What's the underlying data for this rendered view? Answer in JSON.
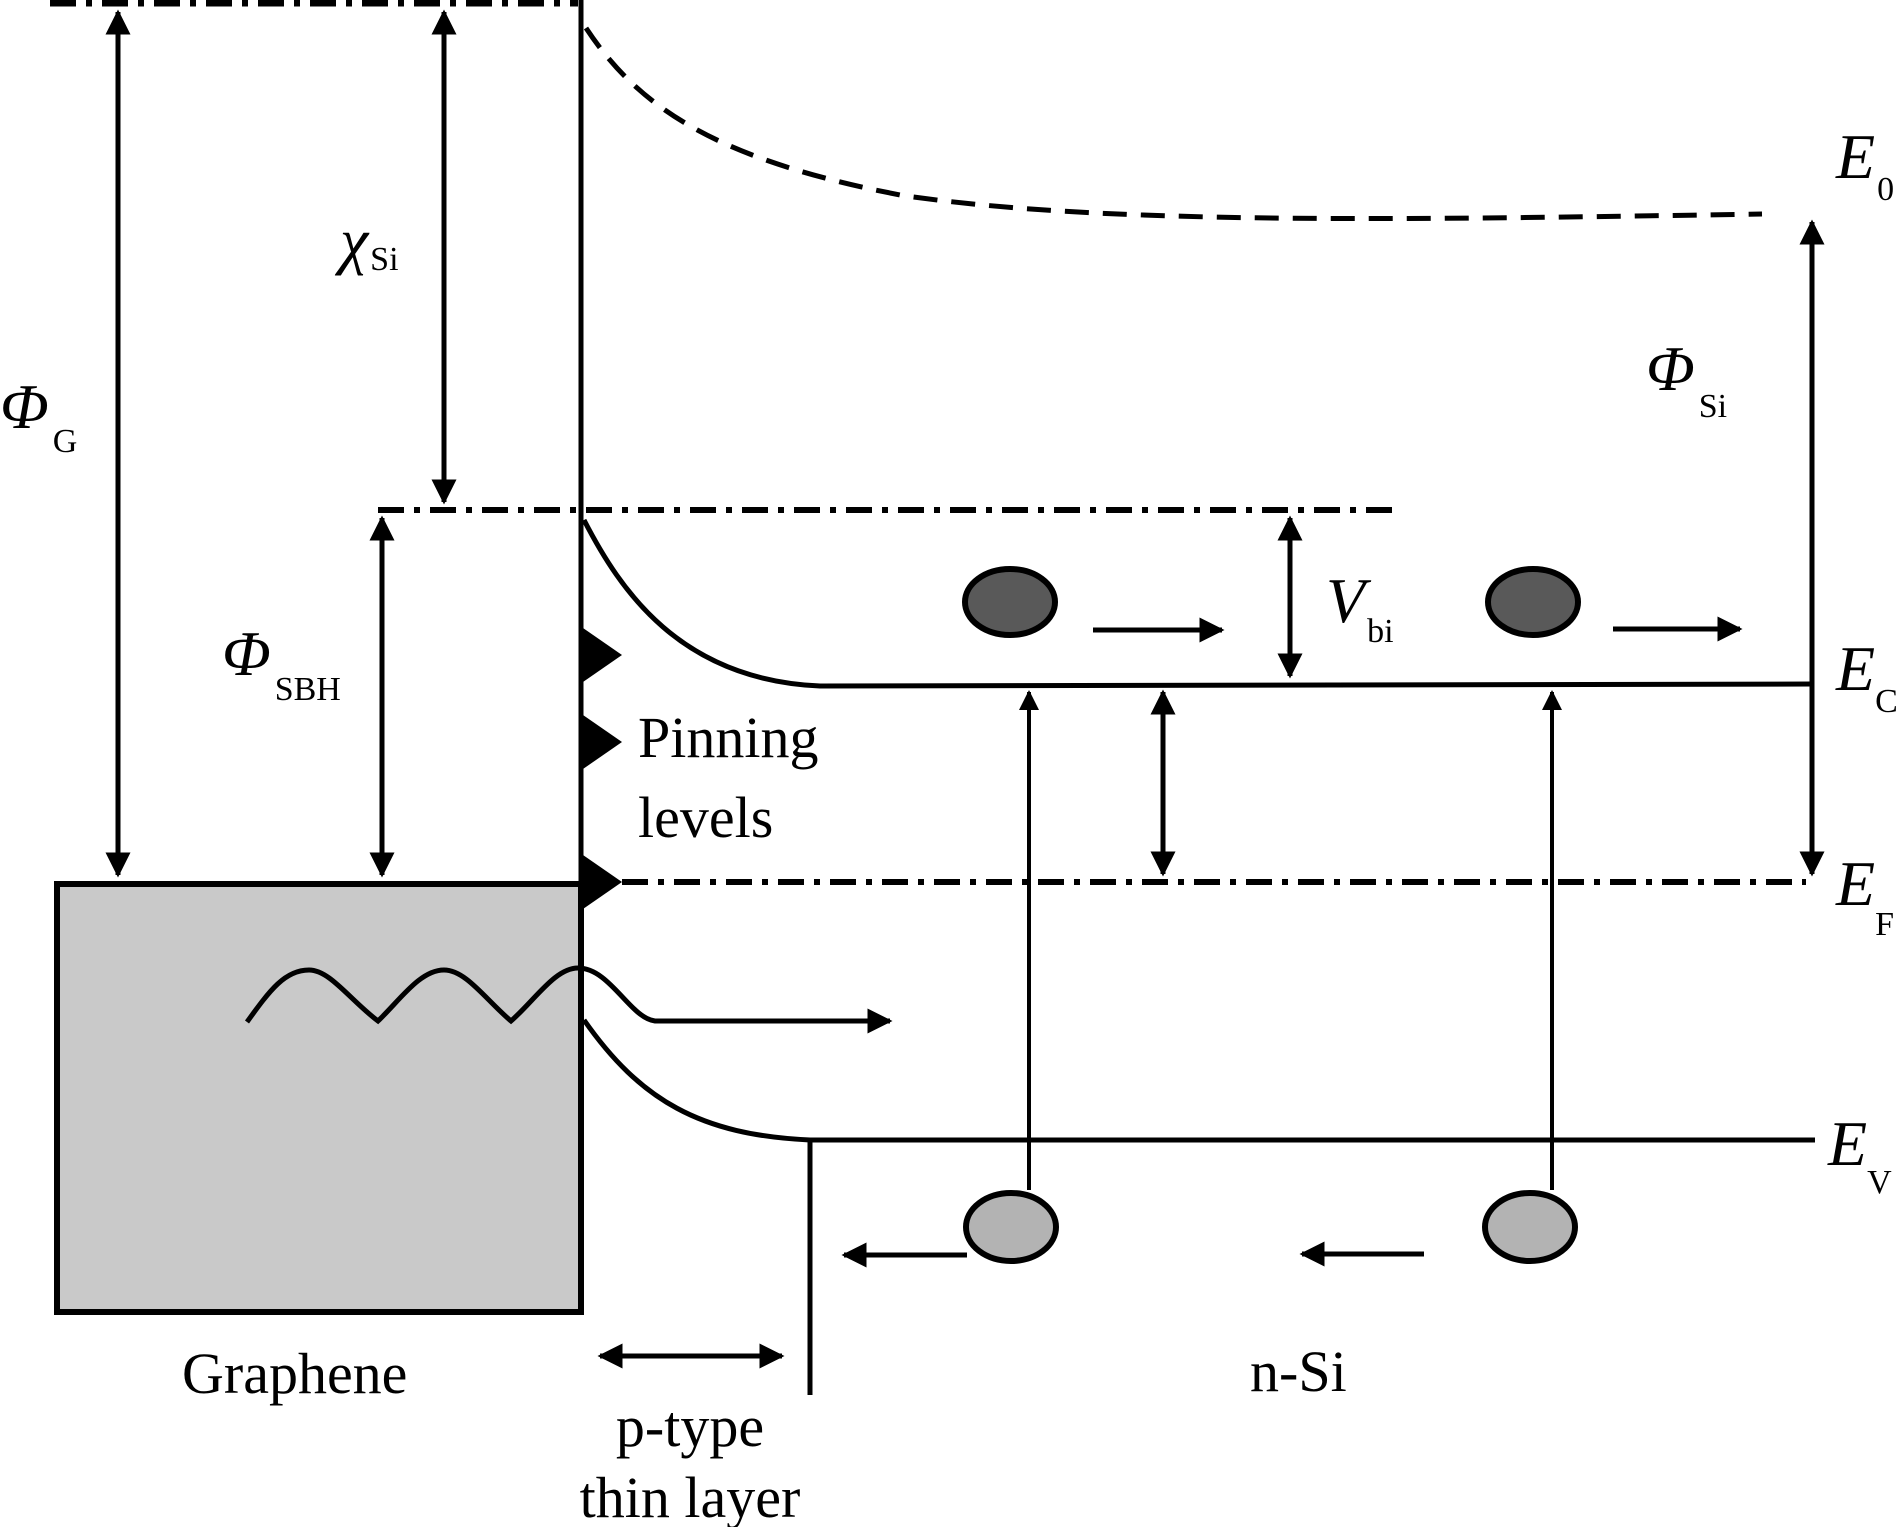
{
  "figure": {
    "type": "energy band diagram",
    "subject": "Graphene / n-Si Schottky junction with p-type inversion thin layer"
  },
  "colors": {
    "line": "#000000",
    "graphene_fill": "#c9c9c9",
    "electron_fill": "#595959",
    "hole_fill": "#b3b3b3",
    "background": "#ffffff"
  },
  "regions": {
    "graphene": "Graphene",
    "p_layer_line1": "p-type",
    "p_layer_line2": "thin layer",
    "n_si": "n-Si",
    "pinning_line1": "Pinning",
    "pinning_line2": "levels"
  },
  "levels": {
    "e0": {
      "symbol": "E",
      "sub": "0",
      "style": "dashed"
    },
    "ec": {
      "symbol": "E",
      "sub": "C",
      "style": "solid"
    },
    "ef": {
      "symbol": "E",
      "sub": "F",
      "style": "dash-dot"
    },
    "ev": {
      "symbol": "E",
      "sub": "V",
      "style": "solid"
    }
  },
  "quantities": {
    "phi_g": {
      "symbol": "Φ",
      "sub": "G"
    },
    "chi_si": {
      "symbol": "χ",
      "sub": "Si"
    },
    "phi_sbh": {
      "symbol": "Φ",
      "sub": "SBH"
    },
    "phi_si": {
      "symbol": "Φ",
      "sub": "Si"
    },
    "v_bi": {
      "symbol": "V",
      "sub": "bi"
    }
  },
  "carriers": {
    "electrons": {
      "count": 2,
      "direction": "right"
    },
    "holes": {
      "count": 2,
      "direction": "left"
    },
    "pinning_states": 3
  }
}
